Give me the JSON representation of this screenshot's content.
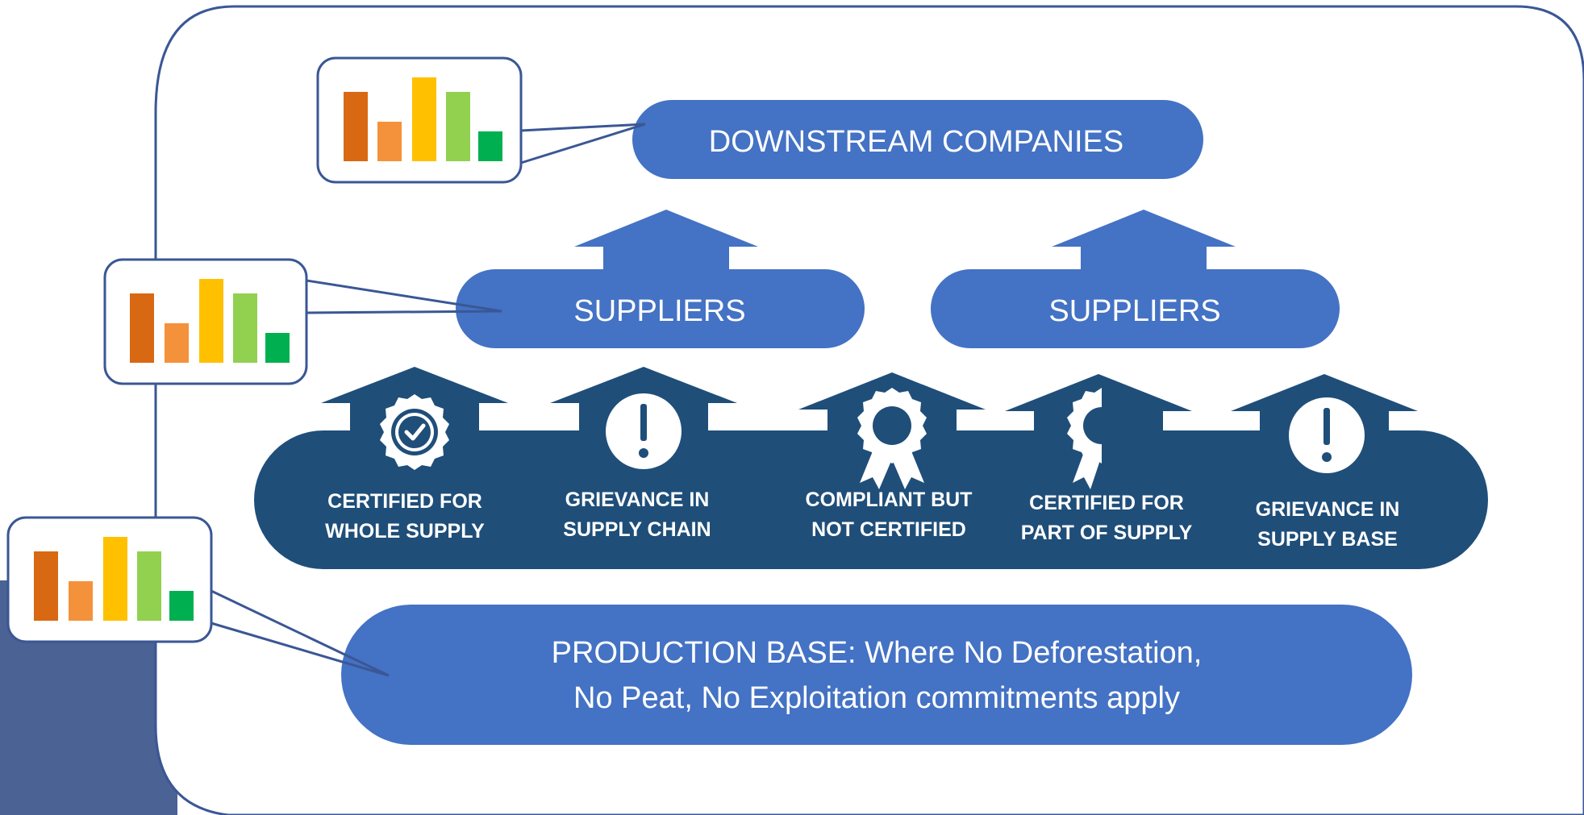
{
  "diagram": {
    "downstream_label": "DOWNSTREAM COMPANIES",
    "suppliers_left_label": "SUPPLIERS",
    "suppliers_right_label": "SUPPLIERS",
    "categories": [
      {
        "line1": "CERTIFIED FOR",
        "line2": "WHOLE SUPPLY",
        "icon": "certified-badge-icon"
      },
      {
        "line1": "GRIEVANCE IN",
        "line2": "SUPPLY CHAIN",
        "icon": "exclamation-icon"
      },
      {
        "line1": "COMPLIANT BUT",
        "line2": "NOT CERTIFIED",
        "icon": "award-ribbon-icon"
      },
      {
        "line1": "CERTIFIED FOR",
        "line2": "PART OF SUPPLY",
        "icon": "partial-award-ribbon-icon"
      },
      {
        "line1": "GRIEVANCE IN",
        "line2": "SUPPLY BASE",
        "icon": "exclamation-icon"
      }
    ],
    "production_base": {
      "line1": "PRODUCTION BASE: Where No Deforestation,",
      "line2": "No Peat, No Exploitation commitments apply"
    },
    "bar_colors": [
      "#d96813",
      "#f4923b",
      "#ffc000",
      "#92d050",
      "#00b050"
    ],
    "colors": {
      "pill_blue": "#4472c4",
      "dark_navy": "#1f4e79",
      "frame_blue": "#3a5795"
    }
  }
}
